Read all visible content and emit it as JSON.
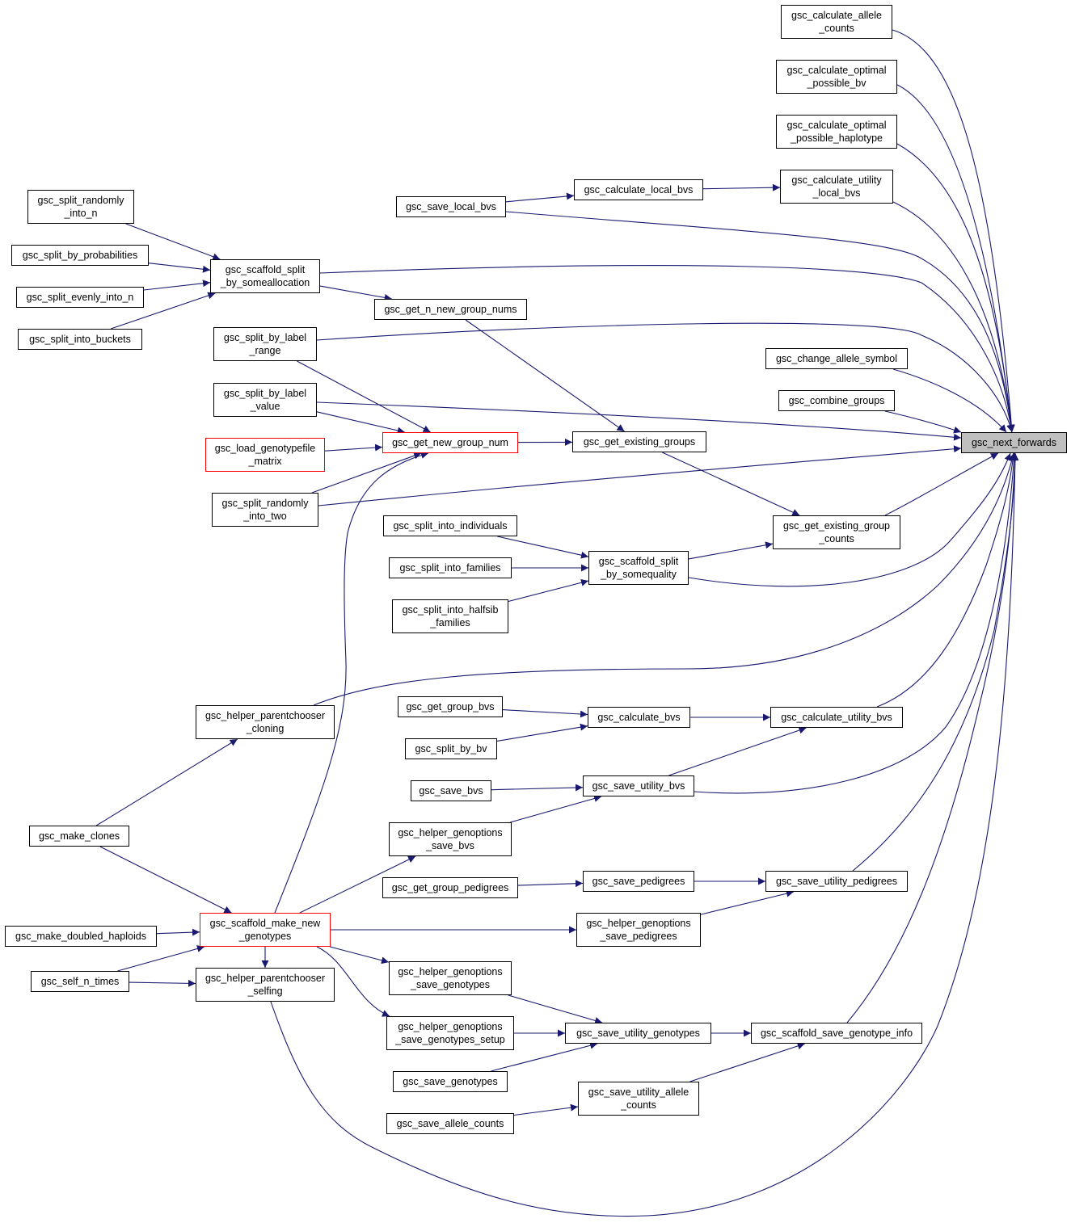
{
  "graph": {
    "colors": {
      "edge": "#191970",
      "node_border": "#000000",
      "truncated_border": "#ff0000",
      "focus_fill": "#bfbfbf"
    },
    "nodes": [
      {
        "id": "n_calc_allele_counts",
        "label": "gsc_calculate_allele\n_counts"
      },
      {
        "id": "n_calc_opt_bv",
        "label": "gsc_calculate_optimal\n_possible_bv"
      },
      {
        "id": "n_calc_opt_hap",
        "label": "gsc_calculate_optimal\n_possible_haplotype"
      },
      {
        "id": "n_calc_util_local",
        "label": "gsc_calculate_utility\n_local_bvs"
      },
      {
        "id": "n_calc_local",
        "label": "gsc_calculate_local_bvs"
      },
      {
        "id": "n_save_local",
        "label": "gsc_save_local_bvs"
      },
      {
        "id": "n_split_rand_n",
        "label": "gsc_split_randomly\n_into_n"
      },
      {
        "id": "n_split_prob",
        "label": "gsc_split_by_probabilities"
      },
      {
        "id": "n_split_even",
        "label": "gsc_split_evenly_into_n"
      },
      {
        "id": "n_split_buckets",
        "label": "gsc_split_into_buckets"
      },
      {
        "id": "n_scaf_split_alloc",
        "label": "gsc_scaffold_split\n_by_someallocation"
      },
      {
        "id": "n_get_n_new",
        "label": "gsc_get_n_new_group_nums"
      },
      {
        "id": "n_split_label_range",
        "label": "gsc_split_by_label\n_range"
      },
      {
        "id": "n_change_allele",
        "label": "gsc_change_allele_symbol"
      },
      {
        "id": "n_combine",
        "label": "gsc_combine_groups"
      },
      {
        "id": "n_split_label_value",
        "label": "gsc_split_by_label\n_value"
      },
      {
        "id": "n_next_forwards",
        "label": "gsc_next_forwards",
        "focus": true
      },
      {
        "id": "n_load_geno",
        "label": "gsc_load_genotypefile\n_matrix",
        "truncated": true
      },
      {
        "id": "n_get_new_num",
        "label": "gsc_get_new_group_num",
        "truncated": true
      },
      {
        "id": "n_get_existing",
        "label": "gsc_get_existing_groups"
      },
      {
        "id": "n_split_rand_two",
        "label": "gsc_split_randomly\n_into_two"
      },
      {
        "id": "n_get_existing_counts",
        "label": "gsc_get_existing_group\n_counts"
      },
      {
        "id": "n_split_indiv",
        "label": "gsc_split_into_individuals"
      },
      {
        "id": "n_split_fam",
        "label": "gsc_split_into_families"
      },
      {
        "id": "n_scaf_split_equal",
        "label": "gsc_scaffold_split\n_by_somequality"
      },
      {
        "id": "n_split_halfsib",
        "label": "gsc_split_into_halfsib\n_families"
      },
      {
        "id": "n_helper_cloning",
        "label": "gsc_helper_parentchooser\n_cloning"
      },
      {
        "id": "n_get_group_bvs",
        "label": "gsc_get_group_bvs"
      },
      {
        "id": "n_calc_bvs",
        "label": "gsc_calculate_bvs"
      },
      {
        "id": "n_calc_util_bvs",
        "label": "gsc_calculate_utility_bvs"
      },
      {
        "id": "n_split_bv",
        "label": "gsc_split_by_bv"
      },
      {
        "id": "n_save_bvs",
        "label": "gsc_save_bvs"
      },
      {
        "id": "n_save_util_bvs",
        "label": "gsc_save_utility_bvs"
      },
      {
        "id": "n_make_clones",
        "label": "gsc_make_clones"
      },
      {
        "id": "n_helper_go_save_bvs",
        "label": "gsc_helper_genoptions\n_save_bvs"
      },
      {
        "id": "n_get_group_ped",
        "label": "gsc_get_group_pedigrees"
      },
      {
        "id": "n_save_ped",
        "label": "gsc_save_pedigrees"
      },
      {
        "id": "n_save_util_ped",
        "label": "gsc_save_utility_pedigrees"
      },
      {
        "id": "n_make_dh",
        "label": "gsc_make_doubled_haploids"
      },
      {
        "id": "n_scaf_make_new",
        "label": "gsc_scaffold_make_new\n_genotypes",
        "truncated": true
      },
      {
        "id": "n_helper_go_save_ped",
        "label": "gsc_helper_genoptions\n_save_pedigrees"
      },
      {
        "id": "n_self_n",
        "label": "gsc_self_n_times"
      },
      {
        "id": "n_helper_selfing",
        "label": "gsc_helper_parentchooser\n_selfing"
      },
      {
        "id": "n_helper_go_save_geno",
        "label": "gsc_helper_genoptions\n_save_genotypes"
      },
      {
        "id": "n_helper_go_save_setup",
        "label": "gsc_helper_genoptions\n_save_genotypes_setup"
      },
      {
        "id": "n_save_util_geno",
        "label": "gsc_save_utility_genotypes"
      },
      {
        "id": "n_scaf_save_geno_info",
        "label": "gsc_scaffold_save_genotype_info"
      },
      {
        "id": "n_save_geno",
        "label": "gsc_save_genotypes"
      },
      {
        "id": "n_save_util_allele",
        "label": "gsc_save_utility_allele\n_counts"
      },
      {
        "id": "n_save_allele_counts",
        "label": "gsc_save_allele_counts"
      }
    ],
    "edges": [
      [
        "n_calc_allele_counts",
        "n_next_forwards"
      ],
      [
        "n_calc_opt_bv",
        "n_next_forwards"
      ],
      [
        "n_calc_opt_hap",
        "n_next_forwards"
      ],
      [
        "n_calc_util_local",
        "n_next_forwards"
      ],
      [
        "n_save_local",
        "n_next_forwards"
      ],
      [
        "n_save_local",
        "n_calc_local"
      ],
      [
        "n_calc_local",
        "n_calc_util_local"
      ],
      [
        "n_split_rand_n",
        "n_scaf_split_alloc"
      ],
      [
        "n_split_prob",
        "n_scaf_split_alloc"
      ],
      [
        "n_split_even",
        "n_scaf_split_alloc"
      ],
      [
        "n_split_buckets",
        "n_scaf_split_alloc"
      ],
      [
        "n_scaf_split_alloc",
        "n_next_forwards"
      ],
      [
        "n_scaf_split_alloc",
        "n_get_n_new"
      ],
      [
        "n_get_n_new",
        "n_get_existing"
      ],
      [
        "n_split_label_range",
        "n_next_forwards"
      ],
      [
        "n_split_label_range",
        "n_get_new_num"
      ],
      [
        "n_change_allele",
        "n_next_forwards"
      ],
      [
        "n_combine",
        "n_next_forwards"
      ],
      [
        "n_split_label_value",
        "n_next_forwards"
      ],
      [
        "n_split_label_value",
        "n_get_new_num"
      ],
      [
        "n_load_geno",
        "n_get_new_num"
      ],
      [
        "n_split_rand_two",
        "n_get_new_num"
      ],
      [
        "n_split_rand_two",
        "n_next_forwards"
      ],
      [
        "n_get_new_num",
        "n_get_existing"
      ],
      [
        "n_get_existing",
        "n_get_existing_counts"
      ],
      [
        "n_get_existing_counts",
        "n_next_forwards"
      ],
      [
        "n_split_indiv",
        "n_scaf_split_equal"
      ],
      [
        "n_split_fam",
        "n_scaf_split_equal"
      ],
      [
        "n_split_halfsib",
        "n_scaf_split_equal"
      ],
      [
        "n_scaf_split_equal",
        "n_get_existing_counts"
      ],
      [
        "n_scaf_split_equal",
        "n_next_forwards"
      ],
      [
        "n_helper_cloning",
        "n_next_forwards"
      ],
      [
        "n_get_group_bvs",
        "n_calc_bvs"
      ],
      [
        "n_split_bv",
        "n_calc_bvs"
      ],
      [
        "n_calc_bvs",
        "n_calc_util_bvs"
      ],
      [
        "n_calc_util_bvs",
        "n_next_forwards"
      ],
      [
        "n_save_bvs",
        "n_save_util_bvs"
      ],
      [
        "n_save_util_bvs",
        "n_calc_util_bvs"
      ],
      [
        "n_save_util_bvs",
        "n_next_forwards"
      ],
      [
        "n_make_clones",
        "n_helper_cloning"
      ],
      [
        "n_make_clones",
        "n_scaf_make_new"
      ],
      [
        "n_helper_go_save_bvs",
        "n_save_util_bvs"
      ],
      [
        "n_get_group_ped",
        "n_save_ped"
      ],
      [
        "n_save_ped",
        "n_save_util_ped"
      ],
      [
        "n_save_util_ped",
        "n_next_forwards"
      ],
      [
        "n_make_dh",
        "n_scaf_make_new"
      ],
      [
        "n_self_n",
        "n_scaf_make_new"
      ],
      [
        "n_self_n",
        "n_helper_selfing"
      ],
      [
        "n_scaf_make_new",
        "n_get_new_num"
      ],
      [
        "n_scaf_make_new",
        "n_helper_go_save_bvs"
      ],
      [
        "n_scaf_make_new",
        "n_helper_go_save_ped"
      ],
      [
        "n_scaf_make_new",
        "n_helper_go_save_geno"
      ],
      [
        "n_scaf_make_new",
        "n_helper_go_save_setup"
      ],
      [
        "n_scaf_make_new",
        "n_helper_selfing"
      ],
      [
        "n_helper_go_save_ped",
        "n_save_util_ped"
      ],
      [
        "n_helper_selfing",
        "n_next_forwards"
      ],
      [
        "n_helper_go_save_geno",
        "n_save_util_geno"
      ],
      [
        "n_helper_go_save_setup",
        "n_save_util_geno"
      ],
      [
        "n_save_geno",
        "n_save_util_geno"
      ],
      [
        "n_save_util_geno",
        "n_scaf_save_geno_info"
      ],
      [
        "n_scaf_save_geno_info",
        "n_next_forwards"
      ],
      [
        "n_save_util_allele",
        "n_scaf_save_geno_info"
      ],
      [
        "n_save_allele_counts",
        "n_save_util_allele"
      ]
    ]
  }
}
